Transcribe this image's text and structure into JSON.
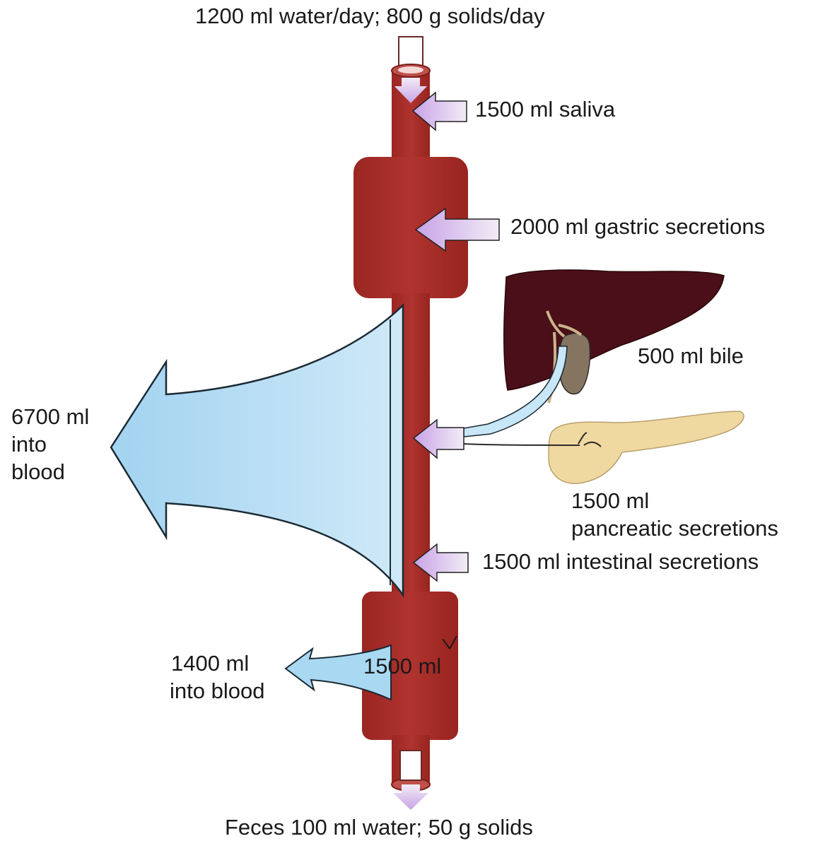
{
  "labels": {
    "intake": "1200 ml water/day; 800 g solids/day",
    "saliva": "1500 ml saliva",
    "gastric": "2000 ml gastric secretions",
    "bile": "500 ml bile",
    "pancreatic_amount": "1500 ml",
    "pancreatic_name": "pancreatic secretions",
    "intestinal": "1500 ml intestinal secretions",
    "absorbed_small": [
      "6700 ml",
      "into",
      "blood"
    ],
    "absorbed_large": [
      "1400 ml",
      "into blood"
    ],
    "colon_input": "1500 ml",
    "feces": "Feces 100 ml water; 50 g solids"
  },
  "colors": {
    "tract": "#a8302d",
    "tract_dark": "#8f2420",
    "outline": "#4a1512",
    "absorption": "#a9d8f2",
    "secretion_arrow": "#c9a6e0",
    "liver": "#4a0f18",
    "gallbladder": "#7a6a55",
    "pancreas": "#f0d9a0"
  },
  "icons": {
    "organs": [
      "liver",
      "gallbladder",
      "pancreas"
    ],
    "arrows": [
      "secretion-arrow",
      "absorption-arrow"
    ]
  }
}
